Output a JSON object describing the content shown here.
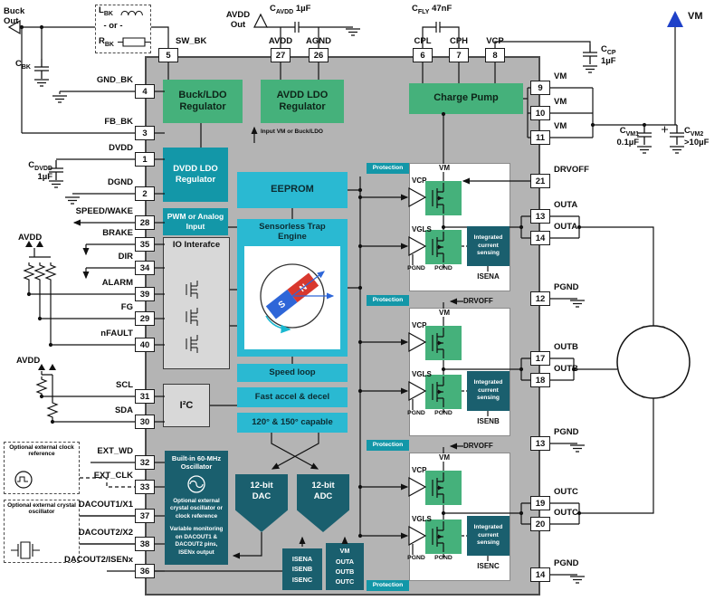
{
  "pins": {
    "top": [
      {
        "num": "5",
        "label": "SW_BK"
      },
      {
        "num": "27",
        "label": "AVDD"
      },
      {
        "num": "26",
        "label": "AGND"
      },
      {
        "num": "6",
        "label": "CPL"
      },
      {
        "num": "7",
        "label": "CPH"
      },
      {
        "num": "8",
        "label": "VCP"
      }
    ],
    "left": [
      {
        "num": "4",
        "label": "GND_BK"
      },
      {
        "num": "3",
        "label": "FB_BK"
      },
      {
        "num": "1",
        "label": "DVDD"
      },
      {
        "num": "2",
        "label": "DGND"
      },
      {
        "num": "28",
        "label": "SPEED/WAKE"
      },
      {
        "num": "35",
        "label": "BRAKE"
      },
      {
        "num": "34",
        "label": "DIR"
      },
      {
        "num": "39",
        "label": "ALARM"
      },
      {
        "num": "29",
        "label": "FG"
      },
      {
        "num": "40",
        "label": "nFAULT"
      },
      {
        "num": "31",
        "label": "SCL"
      },
      {
        "num": "30",
        "label": "SDA"
      },
      {
        "num": "32",
        "label": "EXT_WD"
      },
      {
        "num": "33",
        "label": "EXT_CLK"
      },
      {
        "num": "37",
        "label": "DACOUT1/X1"
      },
      {
        "num": "38",
        "label": "DACOUT2/X2"
      },
      {
        "num": "36",
        "label": "DACOUT2/ISENx"
      }
    ],
    "right": [
      {
        "num": "9",
        "label": "VM"
      },
      {
        "num": "10",
        "label": "VM"
      },
      {
        "num": "11",
        "label": "VM"
      },
      {
        "num": "21",
        "label": "DRVOFF"
      },
      {
        "num": "13",
        "label": "OUTA"
      },
      {
        "num": "14",
        "label": "OUTA"
      },
      {
        "num": "12",
        "label": "PGND"
      },
      {
        "num": "17",
        "label": "OUTB"
      },
      {
        "num": "18",
        "label": "OUTB"
      },
      {
        "num": "13",
        "label": "PGND"
      },
      {
        "num": "19",
        "label": "OUTC"
      },
      {
        "num": "20",
        "label": "OUTC"
      },
      {
        "num": "14",
        "label": "PGND"
      }
    ]
  },
  "blocks": {
    "buck_ldo": "Buck/LDO Regulator",
    "avdd_ldo": "AVDD LDO Regulator",
    "charge_pump": "Charge Pump",
    "dvdd_ldo": "DVDD LDO Regulator",
    "input_vm": "Input VM or Buck/LDO",
    "pwm": "PWM or Analog Input",
    "io": "IO Interafce",
    "i2c": "I²C",
    "eeprom": "EEPROM",
    "engine": "Sensorless Trap Engine",
    "rotor_s": "S",
    "rotor_n": "N",
    "speed": "Speed loop",
    "accel": "Fast accel & decel",
    "capable": "120° & 150° capable",
    "osc_title": "Built-in 60-MHz Oscillator",
    "osc_opt": "Optional external crystal oscillator or clock reference",
    "osc_mon": "Variable monitoring on DACOUT1 & DACOUT2 pins, ISENx output",
    "dac": "12-bit DAC",
    "adc": "12-bit ADC",
    "isen_inputs": "ISENA\nISENB\nISENC",
    "vm_inputs": "VM\nOUTA\nOUTB\nOUTC",
    "protection": "Protection"
  },
  "phases": [
    {
      "vm": "VM",
      "vcp": "VCP",
      "vgls": "VGLS",
      "pgnd_left": "PGND",
      "pgnd_right": "PGND",
      "sense": "Integrated current sensing",
      "isen": "ISENA",
      "drvoff": "DRVOFF"
    },
    {
      "vm": "VM",
      "vcp": "VCP",
      "vgls": "VGLS",
      "pgnd_left": "PGND",
      "pgnd_right": "PGND",
      "sense": "Integrated current sensing",
      "isen": "ISENB",
      "drvoff": "DRVOFF"
    },
    {
      "vm": "VM",
      "vcp": "VCP",
      "vgls": "VGLS",
      "pgnd_left": "PGND",
      "pgnd_right": "PGND",
      "sense": "Integrated current sensing",
      "isen": "ISENC",
      "drvoff": "DRVOFF"
    }
  ],
  "external": {
    "buck_out": "Buck\nOut",
    "lbk": {
      "sym": "L",
      "sub": "BK"
    },
    "or": "- or -",
    "rbk": {
      "sym": "R",
      "sub": "BK"
    },
    "cbk": {
      "sym": "C",
      "sub": "BK"
    },
    "cdvdd": {
      "sym": "C",
      "sub": "DVDD",
      "val": "1µF"
    },
    "avdd_pullup1": "AVDD",
    "avdd_pullup2": "AVDD",
    "avdd_out": "AVDD\nOut",
    "cavdd": {
      "sym": "C",
      "sub": "AVDD",
      "val": "1µF"
    },
    "cfly": {
      "sym": "C",
      "sub": "FLY",
      "val": "47nF"
    },
    "ccp": {
      "sym": "C",
      "sub": "CP",
      "val": "1µF"
    },
    "vm": "VM",
    "cvm1": {
      "sym": "C",
      "sub": "VM1",
      "val": "0.1µF"
    },
    "cvm2": {
      "sym": "C",
      "sub": "VM2",
      "val": ">10µF"
    },
    "clock_ref": "Optional external clock reference",
    "crystal": "Optional external crystal oscillator"
  },
  "colors": {
    "green": "#45b17b",
    "teal": "#1397a8",
    "cyan": "#2ab9d2",
    "dark_teal": "#1a5f6e",
    "chip_gray": "#b4b4b4",
    "vm_blue": "#1f41c8",
    "rotor_blue": "#2e66d8",
    "rotor_red": "#d8382e"
  }
}
